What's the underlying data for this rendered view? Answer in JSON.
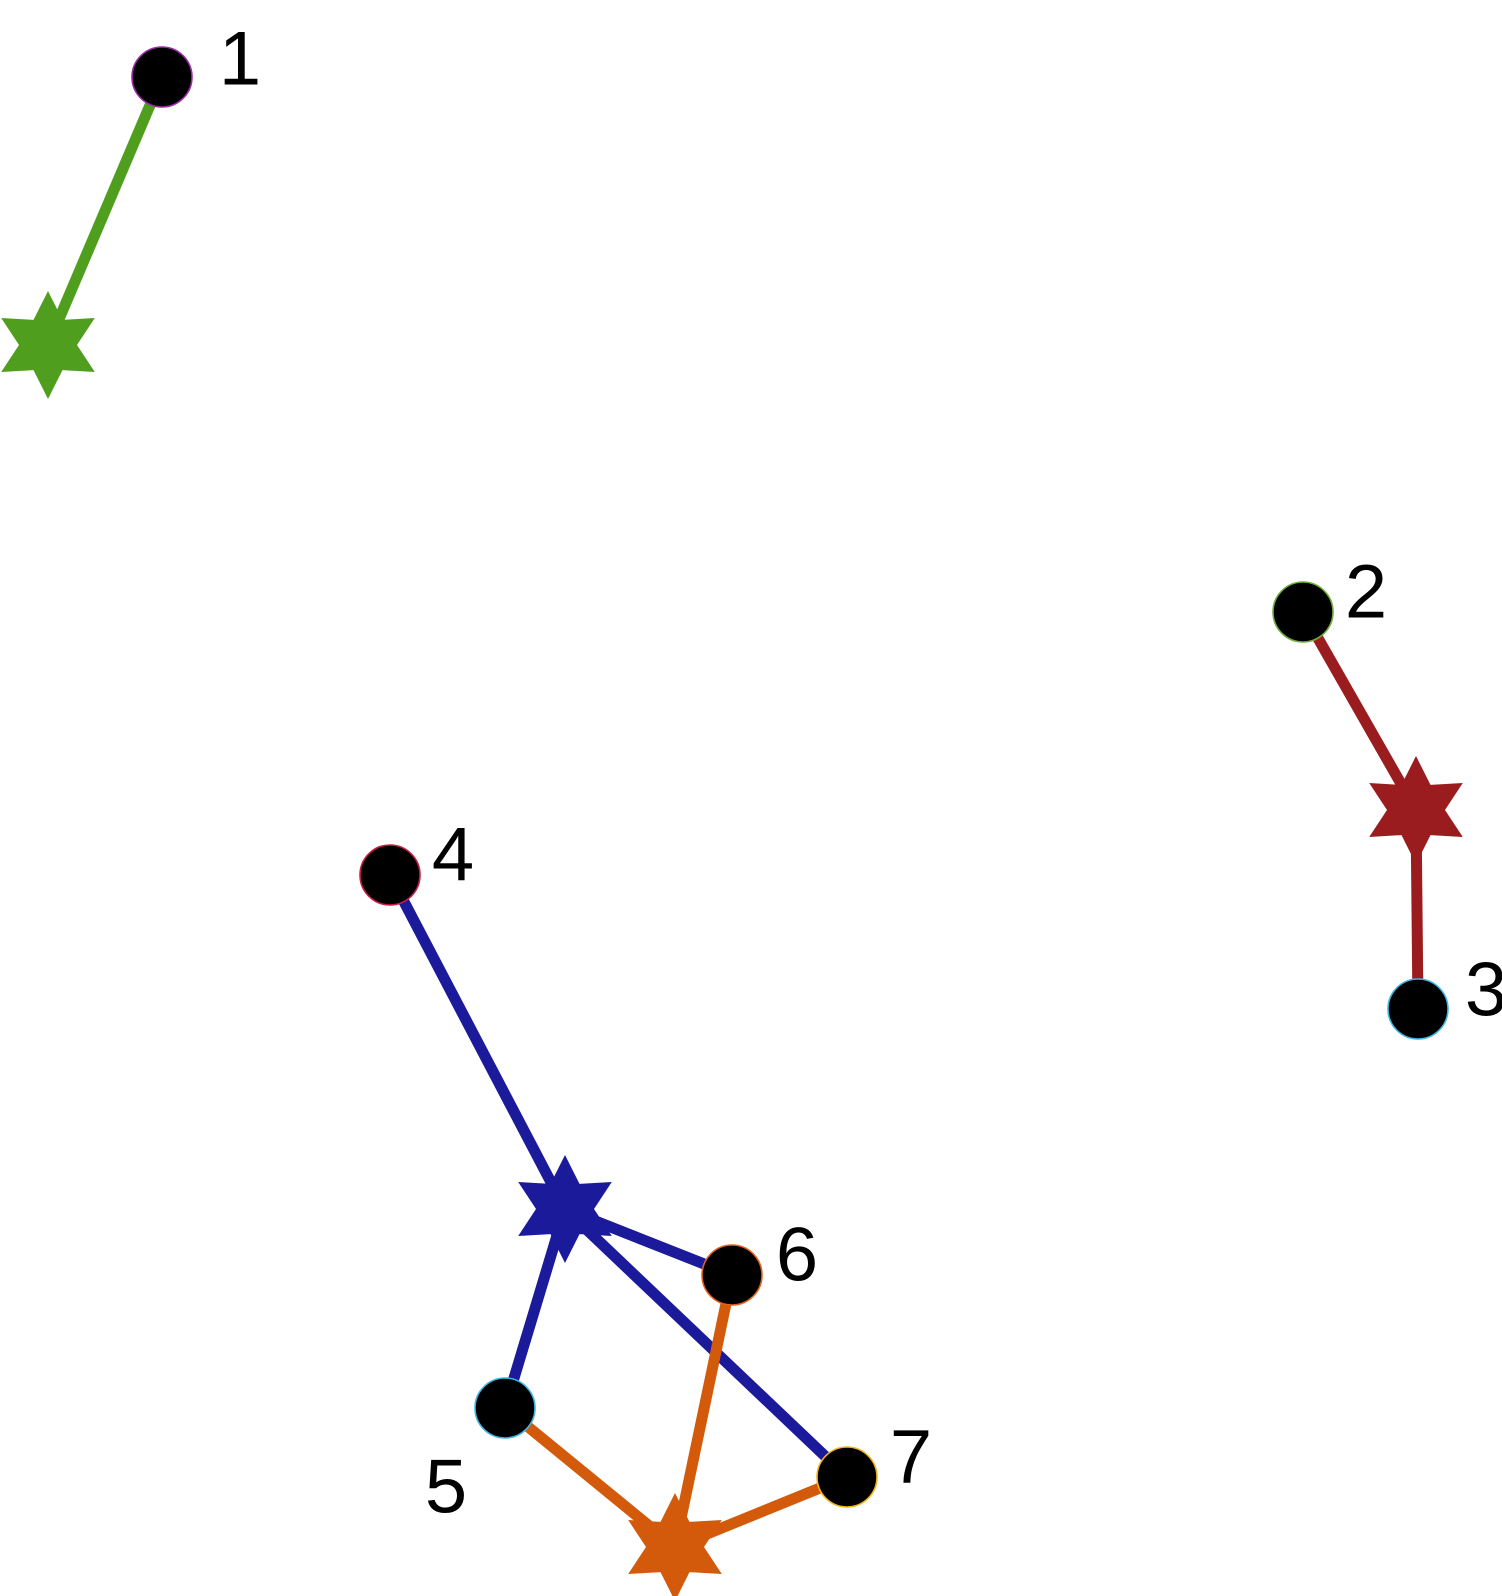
{
  "diagram": {
    "nodes": [
      {
        "id": "1",
        "label": "1",
        "ring_color": "#9b2ca8"
      },
      {
        "id": "2",
        "label": "2",
        "ring_color": "#6fae3a"
      },
      {
        "id": "3",
        "label": "3",
        "ring_color": "#3fb6e0"
      },
      {
        "id": "4",
        "label": "4",
        "ring_color": "#c81e44"
      },
      {
        "id": "5",
        "label": "5",
        "ring_color": "#3fb6e0"
      },
      {
        "id": "6",
        "label": "6",
        "ring_color": "#e0621c"
      },
      {
        "id": "7",
        "label": "7",
        "ring_color": "#f2b51c"
      }
    ],
    "hubs": [
      {
        "id": "green-hub",
        "color": "#4f9e1e",
        "members": [
          "1"
        ]
      },
      {
        "id": "red-hub",
        "color": "#9a1c1f",
        "members": [
          "2",
          "3"
        ]
      },
      {
        "id": "blue-hub",
        "color": "#1a1a9a",
        "members": [
          "4",
          "5",
          "6",
          "7"
        ]
      },
      {
        "id": "orange-hub",
        "color": "#d25a0a",
        "members": [
          "5",
          "6",
          "7"
        ]
      }
    ],
    "node_fill_color": "#000000",
    "label_color": "#000000"
  }
}
